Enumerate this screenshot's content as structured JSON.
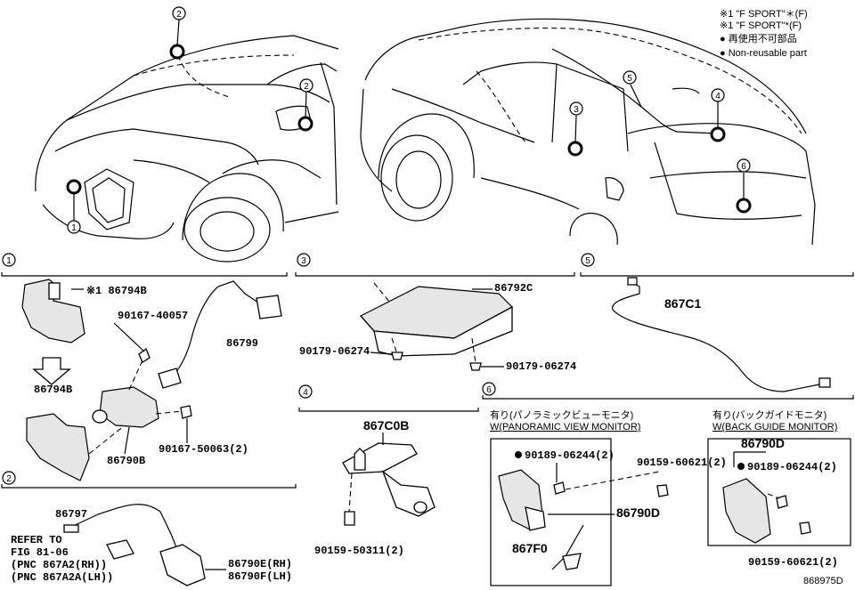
{
  "diagram_id": "868975D",
  "legend": {
    "line1": "※1 \"F SPORT\"＊(F)",
    "line2": "※1 \"F SPORT\"*(F)",
    "line3": "● 再使用不可部品",
    "line4": "● Non-reusable part"
  },
  "callouts": [
    "1",
    "2",
    "3",
    "4",
    "5",
    "6"
  ],
  "sections": [
    {
      "num": "1"
    },
    {
      "num": "2"
    },
    {
      "num": "3"
    },
    {
      "num": "4"
    },
    {
      "num": "5"
    },
    {
      "num": "6"
    }
  ],
  "parts": {
    "p86794B_top": "※1 86794B",
    "p90167_40057": "90167-40057",
    "p86799": "86799",
    "p86794B": "86794B",
    "p86790B": "86790B",
    "p90167_50063": "90167-50063(2)",
    "p86792C": "86792C",
    "p90179_06274_a": "90179-06274",
    "p90179_06274_b": "90179-06274",
    "p867C1": "867C1",
    "p86797": "86797",
    "refer_1": "REFER TO",
    "refer_2": "FIG 81-06",
    "refer_3": "(PNC 867A2(RH))",
    "refer_4": "(PNC 867A2A(LH))",
    "p86790E": "86790E(RH)",
    "p86790F": "86790F(LH)",
    "p867C0B": "867C0B",
    "p90159_50311": "90159-50311(2)",
    "pano_jp": "有り(パノラミックビューモニタ)",
    "pano_en": "W(PANORAMIC VIEW MONITOR)",
    "back_jp": "有り(バックガイドモニタ)",
    "back_en": "W(BACK GUIDE MONITOR)",
    "p90189_06244_a": "90189-06244(2)",
    "p90159_60621_a": "90159-60621(2)",
    "p86790D_a": "86790D",
    "p867F0": "867F0",
    "p86790D_b": "86790D",
    "p90189_06244_b": "90189-06244(2)",
    "p90159_60621_b": "90159-60621(2)"
  }
}
